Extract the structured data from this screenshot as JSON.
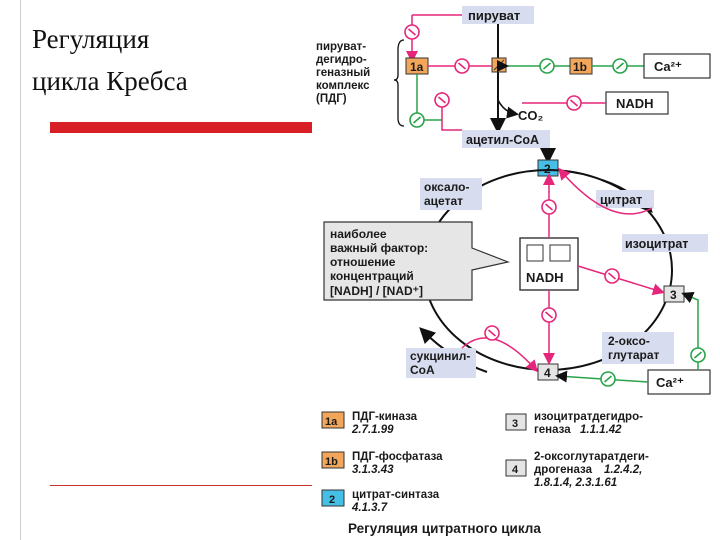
{
  "slide": {
    "title_line1": "Регуляция",
    "title_line2": "цикла Кребса"
  },
  "diagram": {
    "piruvat": "пируват",
    "pdg_name": [
      "пируват-",
      "дегидро-",
      "геназный",
      "комплекс",
      "(ПДГ)"
    ],
    "tag_1a": "1a",
    "tag_1b": "1b",
    "tag_2": "2",
    "tag_3": "3",
    "tag_4": "4",
    "ca_top": "Ca²⁺",
    "ca_bottom": "Ca²⁺",
    "nadh_top": "NADH",
    "co2": "CO₂",
    "acetyl_coa": "ацетил-CoA",
    "oksaloacetat": [
      "оксало-",
      "ацетат"
    ],
    "citrat": "цитрат",
    "izocitrat": "изоцитрат",
    "oksoglutarat": [
      "2-оксо-",
      "глутарат"
    ],
    "sukcinil": [
      "сукцинил-",
      "CoA"
    ],
    "center_nadh": "NADH",
    "factor_box": [
      "наиболее",
      "важный фактор:",
      "отношение",
      "концентраций",
      "[NADH] / [NAD⁺]"
    ],
    "legend": [
      {
        "tag": "1a",
        "name": "ПДГ-киназа",
        "ec": "2.7.1.99"
      },
      {
        "tag": "1b",
        "name": "ПДГ-фосфатаза",
        "ec": "3.1.3.43"
      },
      {
        "tag": "2",
        "name": "цитрат-синтаза",
        "ec": "4.1.3.7"
      },
      {
        "tag": "3",
        "name": "изоцитратдегидро-",
        "name2": "геназа",
        "ec": "1.1.1.42"
      },
      {
        "tag": "4",
        "name": "2-оксоглутаратдеги-",
        "name2": "дрогеназа",
        "ec": "1.2.4.2,",
        "ec2": "1.8.1.4, 2.3.1.61"
      }
    ],
    "caption": "Регуляция цитратного цикла"
  },
  "colors": {
    "accent_red": "#d91f26",
    "inhibit_pink": "#e6267a",
    "activate_green": "#29a34a",
    "label_bg": "#d7dcee",
    "tag_orange": "#f2a65a",
    "tag_cyan": "#46bfe6",
    "tag_gray": "#e4e4e4"
  },
  "icons": [
    "inhibition-icon",
    "activation-icon",
    "phosphorylation-icon"
  ]
}
